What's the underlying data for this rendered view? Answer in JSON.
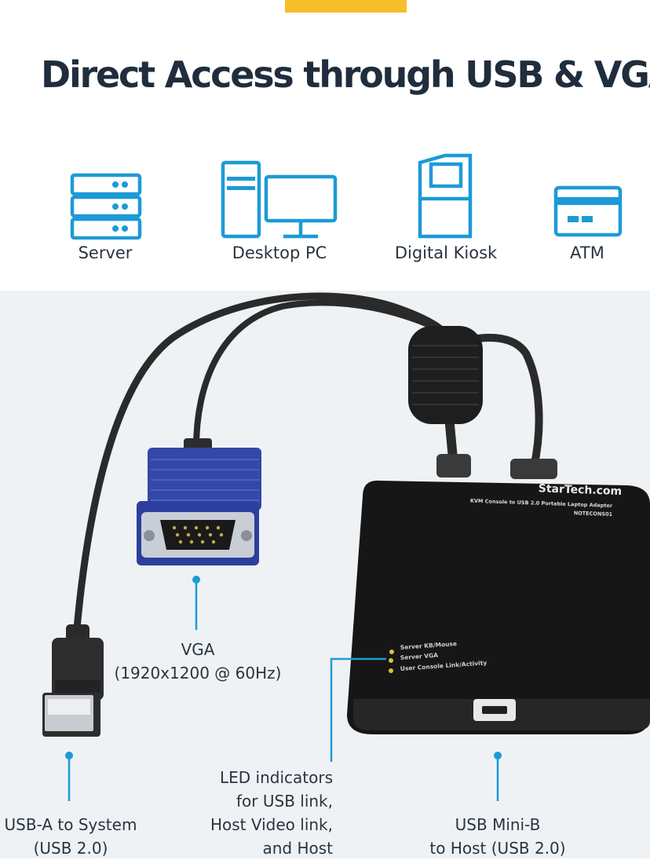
{
  "headline": "Direct Access through USB & VGA",
  "devices": [
    {
      "label": "Server",
      "icon": "server-icon"
    },
    {
      "label": "Desktop PC",
      "icon": "desktop-pc-icon"
    },
    {
      "label": "Digital Kiosk",
      "icon": "kiosk-icon"
    },
    {
      "label": "ATM",
      "icon": "atm-icon"
    }
  ],
  "product": {
    "brand": "StarTech.com",
    "subtitle": "KVM Console to USB 2.0 Portable Laptop Adapter",
    "model": "NOTECONS01",
    "leds": [
      "Server KB/Mouse",
      "Server VGA",
      "User Console Link/Activity"
    ]
  },
  "callouts": {
    "vga": {
      "line1": "VGA",
      "line2": "(1920x1200 @ 60Hz)"
    },
    "usb_a": {
      "line1": "USB-A to System",
      "line2": "(USB 2.0)"
    },
    "led": {
      "line1": "LED indicators",
      "line2": "for USB link,",
      "line3": "Host Video link,",
      "line4": "and Host"
    },
    "usb_minib": {
      "line1": "USB Mini-B",
      "line2": "to Host (USB 2.0)"
    }
  },
  "colors": {
    "accent": "#1d9ad6",
    "headline": "#1f2d3d",
    "top_bar": "#f6be2a",
    "photo_bg": "#eef2f5"
  }
}
